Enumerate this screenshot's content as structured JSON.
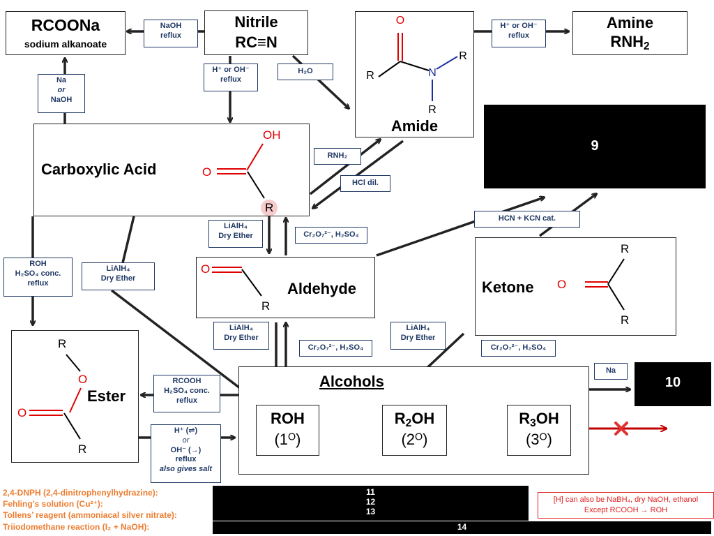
{
  "nodes": {
    "rcoona": {
      "title": "RCOONa",
      "subtitle": "sodium alkanoate"
    },
    "nitrile": {
      "title": "Nitrile",
      "formula": "RC≡N"
    },
    "amine": {
      "title": "Amine",
      "formula": "RNH",
      "formula_sub": "2"
    },
    "amide": {
      "title": "Amide",
      "atoms": {
        "o": "O",
        "n": "N",
        "r1": "R",
        "r2": "R",
        "r3": "R"
      }
    },
    "carboxylic_acid": {
      "title": "Carboxylic Acid",
      "atoms": {
        "oh": "OH",
        "o": "O",
        "r": "R"
      }
    },
    "aldehyde": {
      "title": "Aldehyde",
      "atoms": {
        "o": "O",
        "r": "R"
      }
    },
    "ketone": {
      "title": "Ketone",
      "atoms": {
        "o": "O",
        "r1": "R",
        "r2": "R"
      }
    },
    "ester": {
      "title": "Ester",
      "atoms": {
        "r1": "R",
        "o1": "O",
        "o2": "O",
        "r2": "R"
      }
    },
    "alcohols": {
      "title": "Alcohols"
    },
    "roh1": {
      "formula": "ROH",
      "degree": "(1",
      "deg_sup": "O",
      "close": ")"
    },
    "roh2": {
      "formula_a": "R",
      "formula_sub": "2",
      "formula_b": "OH",
      "degree": "(2",
      "deg_sup": "O",
      "close": ")"
    },
    "roh3": {
      "formula_a": "R",
      "formula_sub": "3",
      "formula_b": "OH",
      "degree": "(3",
      "deg_sup": "O",
      "close": ")"
    }
  },
  "conditions": {
    "naoh_reflux": [
      "NaOH",
      "reflux"
    ],
    "h_oh_reflux_amine": [
      "H⁺ or OH⁻",
      "reflux"
    ],
    "h_oh_reflux_acid": [
      "H⁺ or OH⁻",
      "reflux"
    ],
    "h2o": "H₂O",
    "na_or_naoh": [
      "Na",
      "or",
      "NaOH"
    ],
    "rnh2": "RNH₂",
    "hcl_dil": "HCl dil.",
    "hcn_kcn": "HCN + KCN cat.",
    "lialh4_acid_ald": [
      "LiAlH₄",
      "Dry Ether"
    ],
    "cr_acid_ald": "Cr₂O₇²⁻, H₂SO₄",
    "roh_h2so4": [
      "ROH",
      "H₂SO₄ conc.",
      "reflux"
    ],
    "lialh4_acid_alc": [
      "LiAlH₄",
      "Dry Ether"
    ],
    "lialh4_ald_alc": [
      "LiAlH₄",
      "Dry Ether"
    ],
    "cr_ald_alc": "Cr₂O₇²⁻, H₂SO₄",
    "lialh4_ketone": [
      "LiAlH₄",
      "Dry Ether"
    ],
    "cr_ketone": "Cr₂O₇²⁻, H₂SO₄",
    "rcooh_h2so4": [
      "RCOOH",
      "H₂SO₄ conc.",
      "reflux"
    ],
    "ester_hydrolysis": [
      "H⁺ (⇌)",
      "or",
      "OH⁻ (→)",
      "reflux",
      "also gives salt"
    ],
    "na": "Na"
  },
  "hidden_boxes": {
    "b9": "9",
    "b10": "10",
    "b11": "11",
    "b12": "12",
    "b13": "13",
    "b14": "14"
  },
  "tests": [
    "2,4-DNPH (2,4-dinitrophenylhydrazine):",
    "Fehling’s solution (Cu²⁺):",
    "Tollens’ reagent (ammoniacal silver nitrate):",
    "Triiodomethane reaction (I₂ + NaOH):"
  ],
  "note": [
    "[H] can also be NaBH₄, dry NaOH, ethanol",
    "Except RCOOH → ROH"
  ],
  "colors": {
    "arrow": "#222222",
    "label_border": "#1f3864",
    "tests": "#ed7d31",
    "note": "#e02020",
    "oxygen": "#e00000",
    "nitrogen": "#1f2fa0",
    "no_reaction": "#c00000"
  }
}
